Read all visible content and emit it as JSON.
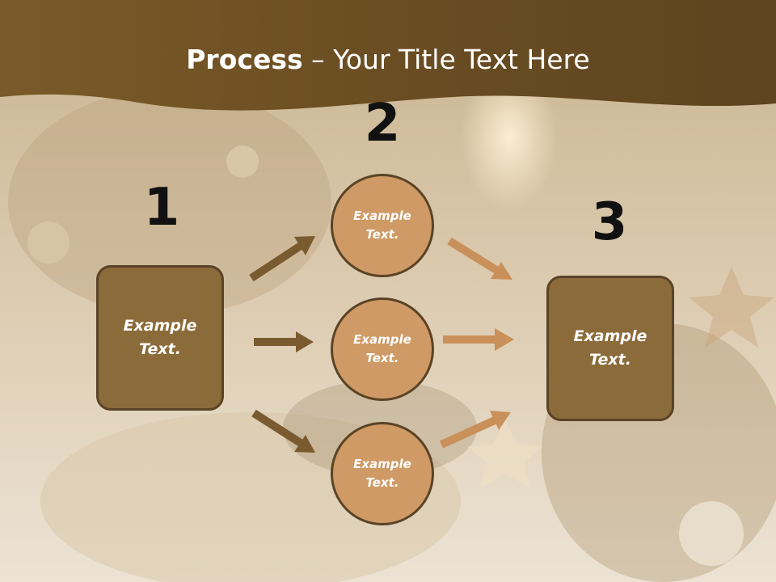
{
  "slide": {
    "title_bold": "Process",
    "title_rest": " – Your Title Text Here"
  },
  "steps": {
    "one": {
      "number": "1",
      "text": "Example Text."
    },
    "two": {
      "number": "2"
    },
    "three": {
      "number": "3",
      "text": "Example Text."
    }
  },
  "circles": [
    {
      "text": "Example Text."
    },
    {
      "text": "Example Text."
    },
    {
      "text": "Example Text."
    }
  ],
  "colors": {
    "banner": "#6b4e22",
    "box_fill": "#8b6b3a",
    "circle_fill": "#cf9a65",
    "dark_arrow": "#7a5b30",
    "light_arrow": "#c99059"
  }
}
